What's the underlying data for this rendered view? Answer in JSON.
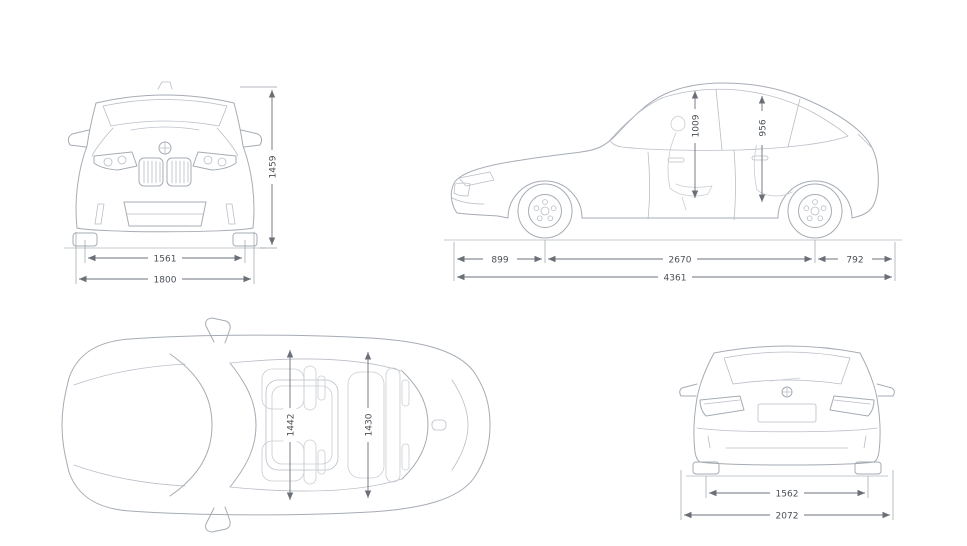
{
  "diagram": {
    "type": "vehicle-dimension-drawing",
    "brand_icon": "bmw-roundel-icon"
  },
  "colors": {
    "background": "#ffffff",
    "car_line": "#a6acb4",
    "ghost_line": "#c9cdd3",
    "dimension_line": "#6b7078",
    "dimension_text": "#4a4f55"
  },
  "views": {
    "front": {
      "dims": {
        "height": "1459",
        "track_front": "1561",
        "width": "1800"
      }
    },
    "side": {
      "dims": {
        "front_headroom": "1009",
        "rear_headroom": "956",
        "front_overhang": "899",
        "wheelbase": "2670",
        "rear_overhang": "792",
        "length": "4361"
      }
    },
    "top": {
      "dims": {
        "front_interior_width": "1442",
        "rear_interior_width": "1430"
      }
    },
    "rear": {
      "dims": {
        "track_rear": "1562",
        "width_with_mirrors": "2072"
      }
    }
  }
}
